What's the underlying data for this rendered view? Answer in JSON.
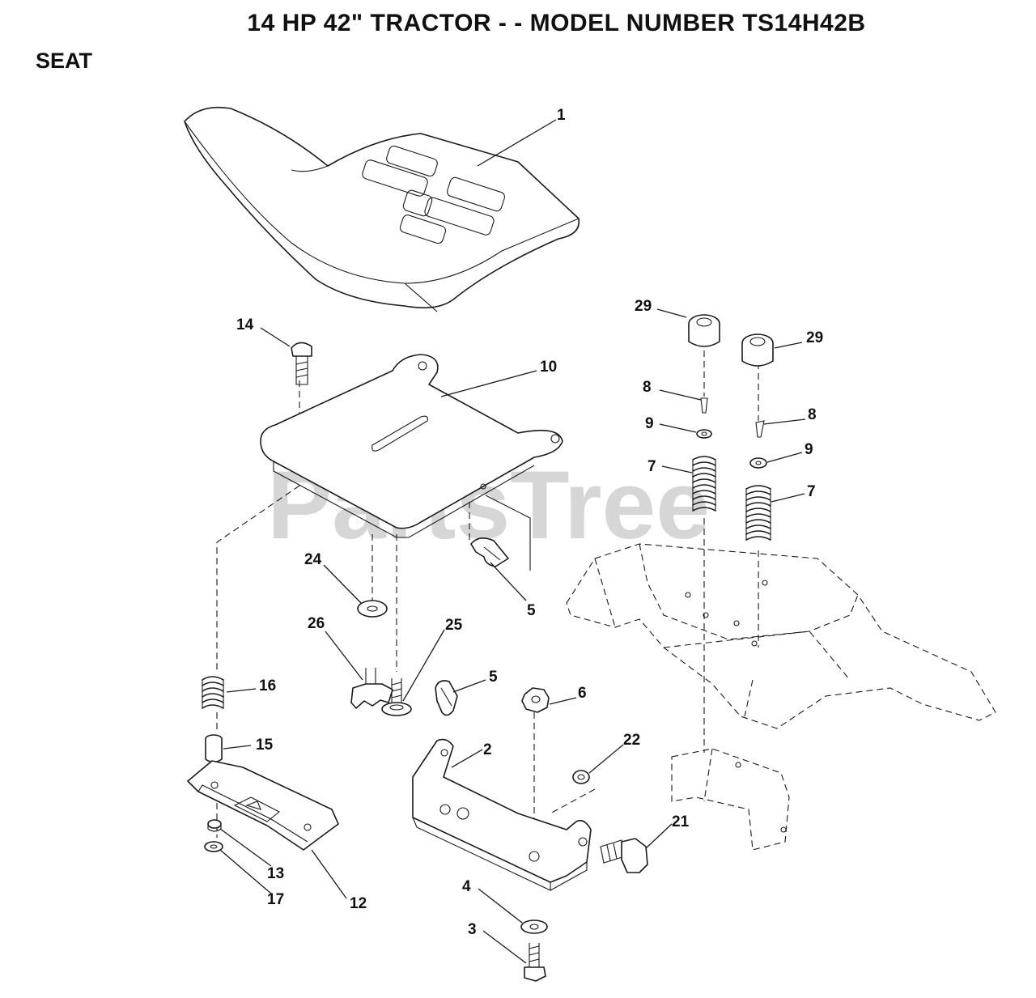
{
  "header": {
    "title": "14 HP 42\" TRACTOR - - MODEL NUMBER TS14H42B",
    "section": "SEAT"
  },
  "watermark": "PartsTree",
  "callouts": [
    "1",
    "29",
    "29",
    "14",
    "10",
    "8",
    "8",
    "9",
    "9",
    "7",
    "7",
    "24",
    "5",
    "26",
    "25",
    "16",
    "5",
    "6",
    "15",
    "2",
    "22",
    "21",
    "13",
    "17",
    "12",
    "4",
    "3"
  ]
}
